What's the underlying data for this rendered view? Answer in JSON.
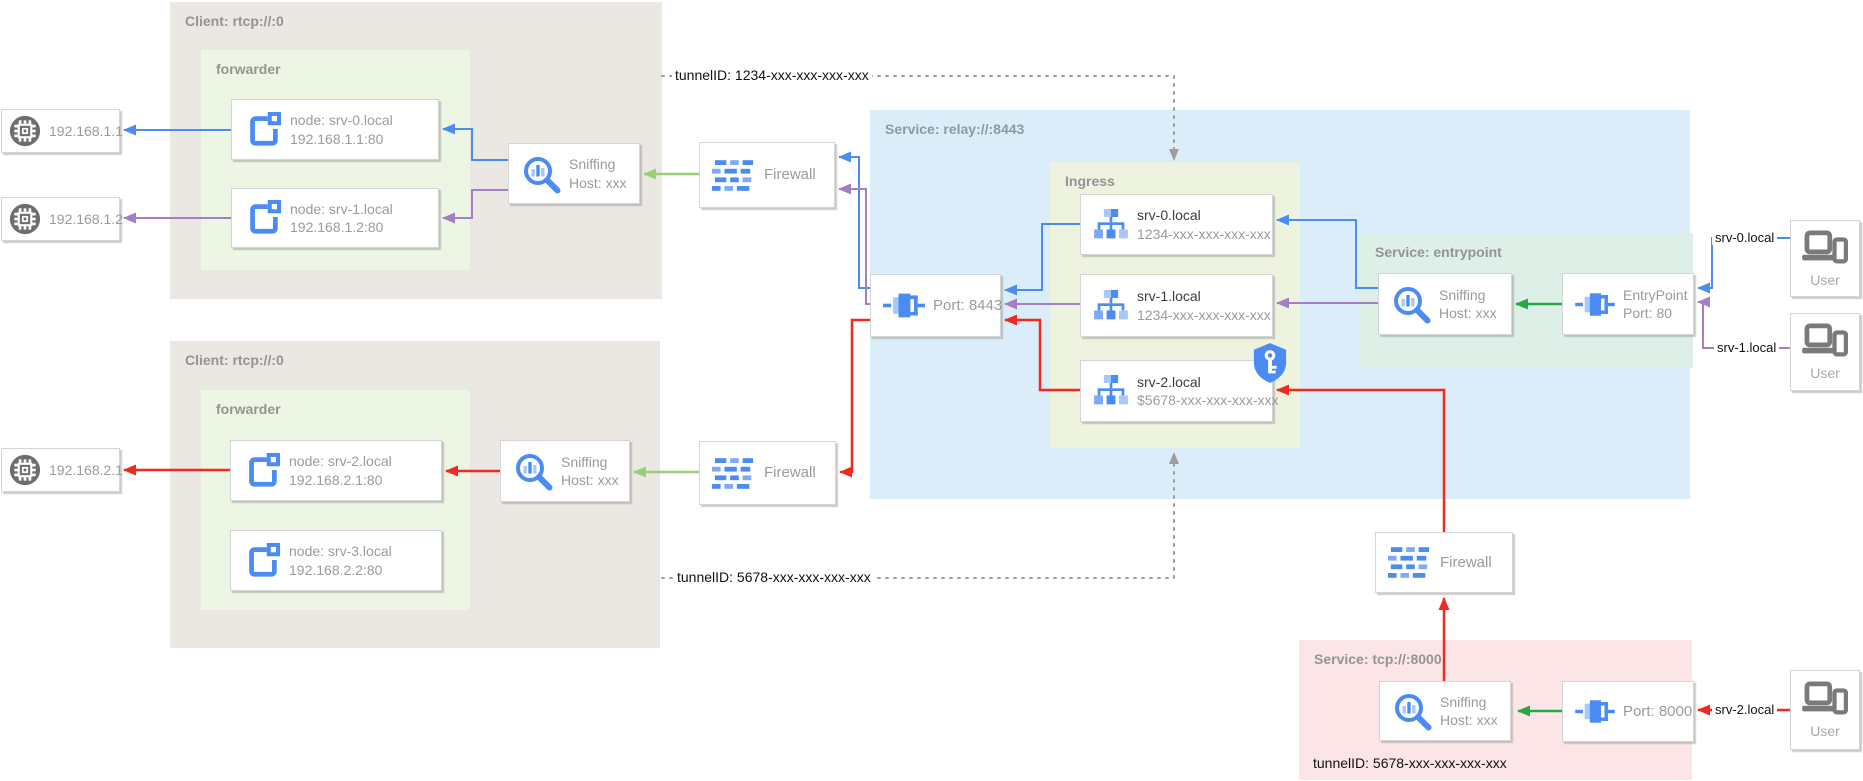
{
  "groups": {
    "client1_title": "Client: rtcp://:0",
    "client2_title": "Client: rtcp://:0",
    "forwarder1_title": "forwarder",
    "forwarder2_title": "forwarder",
    "relay_title": "Service: relay://:8443",
    "ingress_title": "Ingress",
    "entrypoint_title": "Service: entrypoint",
    "tcp8000_title": "Service: tcp://:8000",
    "tcp8000_tunnel": "tunnelID: 5678-xxx-xxx-xxx-xxx"
  },
  "boxes": {
    "host1": "192.168.1.1",
    "host2": "192.168.1.2",
    "host3": "192.168.2.1",
    "node0_l1": "node: srv-0.local",
    "node0_l2": "192.168.1.1:80",
    "node1_l1": "node: srv-1.local",
    "node1_l2": "192.168.1.2:80",
    "node2_l1": "node: srv-2.local",
    "node2_l2": "192.168.2.1:80",
    "node3_l1": "node: srv-3.local",
    "node3_l2": "192.168.2.2:80",
    "sniffing_l1": "Sniffing",
    "sniffing_l2": "Host: xxx",
    "firewall": "Firewall",
    "port8443": "Port: 8443",
    "srv0_l1": "srv-0.local",
    "srv0_l2": "1234-xxx-xxx-xxx-xxx",
    "srv1_l1": "srv-1.local",
    "srv1_l2": "1234-xxx-xxx-xxx-xxx",
    "srv2_l1": "srv-2.local",
    "srv2_l2": "$5678-xxx-xxx-xxx-xxx",
    "entry_l1": "EntryPoint",
    "entry_l2": "Port: 80",
    "port8000": "Port: 8000",
    "user": "User"
  },
  "edge_labels": {
    "tunnel1": "tunnelID: 1234-xxx-xxx-xxx-xxx",
    "tunnel2": "tunnelID: 5678-xxx-xxx-xxx-xxx",
    "srv0": "srv-0.local",
    "srv1": "srv-1.local",
    "srv2": "srv-2.local"
  },
  "colors": {
    "edge_blue": "#4b8bf4",
    "edge_purple": "#a57fc6",
    "edge_red": "#f2291f",
    "edge_green_light": "#97d077",
    "edge_green_dark": "#28a745",
    "edge_dotted_gray": "#9e9e9e",
    "icon_blue": "#4b8bf4",
    "icon_blue_light": "#a6c8fa",
    "icon_gray": "#6e6e6e",
    "user_gray": "#7a7a7a",
    "client_bg": "#ebe7e2",
    "forwarder_bg": "#edf5e4",
    "relay_bg": "#dbedf8",
    "ingress_bg": "#eef3e0",
    "entrypoint_bg": "#ddefe7",
    "tcp_bg": "#fce5e7"
  }
}
